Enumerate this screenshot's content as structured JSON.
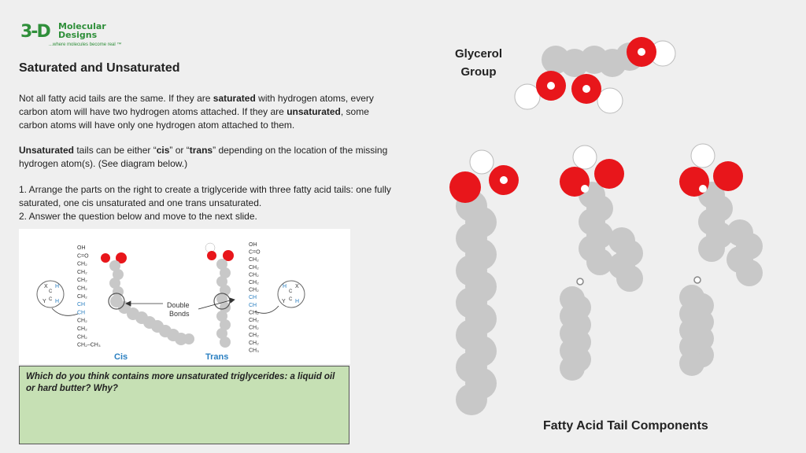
{
  "logo": {
    "mark": "3-D",
    "name_line1": "Molecular",
    "name_line2": "Designs",
    "tagline": "...where molecules become real ™"
  },
  "title": "Saturated and Unsaturated",
  "paragraph1": {
    "t1": "Not all fatty acid tails are the same. If they are ",
    "b1": "saturated",
    "t2": " with hydrogen atoms, every carbon atom will have two hydrogen atoms attached. If they are ",
    "b2": "unsaturated",
    "t3": ", some carbon atoms will have only one hydrogen atom attached to them."
  },
  "paragraph2": {
    "b1": "Unsaturated",
    "t1": "  tails can be either “",
    "b2": "cis",
    "t2": "” or “",
    "b3": "trans",
    "t3": "” depending on the location of the missing hydrogen atom(s). (See diagram below.)"
  },
  "instructions": {
    "line1": "1. Arrange the parts on the right to create a triglyceride with three fatty acid tails: one fully saturated, one cis unsaturated and one trans unsaturated.",
    "line2": "2. Answer the question below and move to the next slide."
  },
  "figure": {
    "double_bonds_line1": "Double",
    "double_bonds_line2": "Bonds",
    "cis_label": "Cis",
    "trans_label": "Trans",
    "cis_formula": [
      "OH",
      "C=O",
      "CH₂",
      "CH₂",
      "CH₂",
      "CH₂",
      "CH₂",
      "CH",
      "CH",
      "CH₂",
      "CH₂",
      "CH₂",
      "CH₂–CH₃"
    ],
    "trans_formula": [
      "OH",
      "C=O",
      "CH₂",
      "CH₂",
      "CH₂",
      "CH₂",
      "CH₂",
      "CH",
      "CH",
      "CH₂",
      "CH₂",
      "CH₂",
      "CH₂",
      "CH₂",
      "CH₃"
    ]
  },
  "question": "Which do you think contains more unsaturated triglycerides: a liquid oil or hard butter?  Why?",
  "glycerol_label_line1": "Glycerol",
  "glycerol_label_line2": "Group",
  "tail_components_label": "Fatty Acid Tail Components",
  "colors": {
    "oxygen": "#e8161b",
    "hydrogen": "#ffffff",
    "carbon": "#c8c8c8",
    "answer_box": "#c6e0b4",
    "logo": "#2f8f3a",
    "figure_blue": "#2a7fc1"
  }
}
